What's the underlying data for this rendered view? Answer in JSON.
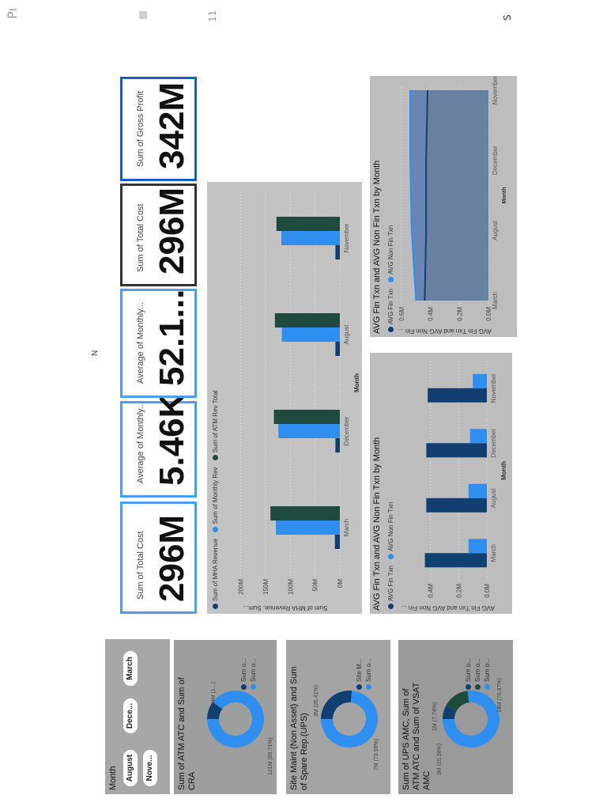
{
  "header": {
    "glyph_right": "Pı",
    "glyph_mid": "11",
    "glyph_left": "S"
  },
  "canvas_marker": "N",
  "slicer": {
    "title": "Month",
    "options": [
      "August",
      "Dece...",
      "March",
      "Nove..."
    ]
  },
  "donuts": [
    {
      "title": "Sum of ATM ATC and Sum of CRA",
      "legend": [
        "Sum o...",
        "Sum o..."
      ],
      "labels": [
        {
          "text": "14M (1...)"
        },
        {
          "text": "121M (89.71%)"
        }
      ],
      "slices": [
        {
          "value": 10.29,
          "color": "#123f72"
        },
        {
          "value": 89.71,
          "color": "#2f8ff0"
        }
      ]
    },
    {
      "title": "Site Maint (Non Asset) and Sum of Spare Rep.(UPS)",
      "legend": [
        "Site M...",
        "Sum o..."
      ],
      "labels": [
        {
          "text": "3M (26.41%)"
        },
        {
          "text": "7M (73.59%)"
        }
      ],
      "slices": [
        {
          "value": 26.41,
          "color": "#123f72"
        },
        {
          "value": 73.59,
          "color": "#2f8ff0"
        }
      ]
    },
    {
      "title": "Sum of UPS AMC, Sum of ATM ATC and Sum of VSAT AMC",
      "legend": [
        "Sum o...",
        "Sum o...",
        "Sum o..."
      ],
      "labels": [
        {
          "text": "1M (7.74%)"
        },
        {
          "text": "3M (15.28%)"
        },
        {
          "text": "14M (76.97%)"
        }
      ],
      "slices": [
        {
          "value": 7.74,
          "color": "#123f72"
        },
        {
          "value": 15.28,
          "color": "#1f4a3e"
        },
        {
          "value": 76.97,
          "color": "#2f8ff0"
        }
      ]
    }
  ],
  "kpis": [
    {
      "label": "Sum of Total Cost",
      "value": "296M"
    },
    {
      "label": "Average of Monthly...",
      "value": "5.46K"
    },
    {
      "label": "Average of Monthly...",
      "value": "52.1..."
    },
    {
      "label": "Sum of Total Cost",
      "value": "296M"
    },
    {
      "label": "Sum of Gross Profit",
      "value": "342M"
    }
  ],
  "revenue_chart": {
    "legend": [
      "Sum of MHA Revenue",
      "Sum of Monthly Rev",
      "Sum of ATM Rev Total"
    ],
    "ylabel": "Sum of MHA Revenue, Sum...",
    "xlabel": "Month",
    "chart_data": {
      "type": "bar",
      "categories": [
        "March",
        "December",
        "August",
        "November"
      ],
      "series": [
        {
          "name": "Sum of MHA Revenue",
          "values": [
            10,
            9,
            9,
            9
          ],
          "color": "#123f72"
        },
        {
          "name": "Sum of Monthly Rev",
          "values": [
            129,
            124,
            117,
            118
          ],
          "color": "#2f8ff0"
        },
        {
          "name": "Sum of ATM Rev Total",
          "values": [
            140,
            133,
            131,
            128
          ],
          "color": "#1f4a3e"
        }
      ],
      "yticks": [
        "0M",
        "50M",
        "100M",
        "150M",
        "200M"
      ],
      "ylim": [
        0,
        220
      ]
    }
  },
  "txn_bar_chart": {
    "title": "AVG Fin Txn and AVG Non Fin Txn by Month",
    "legend": [
      "AVG Fin Txn",
      "AVG Non Fin Txn"
    ],
    "ylabel": "AVG Fin Txn and AVG Non Fin ...",
    "xlabel": "Month",
    "chart_data": {
      "type": "bar",
      "categories": [
        "March",
        "August",
        "December",
        "November"
      ],
      "series": [
        {
          "name": "AVG Fin Txn",
          "values": [
            0.44,
            0.43,
            0.43,
            0.42
          ],
          "color": "#123f72"
        },
        {
          "name": "AVG Non Fin Txn",
          "values": [
            0.13,
            0.13,
            0.12,
            0.1
          ],
          "color": "#2f8ff0"
        }
      ],
      "yticks": [
        "0.0M",
        "0.2M",
        "0.4M"
      ],
      "ylim": [
        0,
        0.55
      ]
    }
  },
  "txn_area_chart": {
    "title": "AVG Fin Txn and AVG Non Fin Txn by Month",
    "legend": [
      "AVG Fin Txn",
      "AVG Non Fin Txn"
    ],
    "ylabel": "AVG Fin Txn and AVG Non Fin ...",
    "xlabel": "Month",
    "chart_data": {
      "type": "area",
      "categories": [
        "March",
        "August",
        "December",
        "November"
      ],
      "series": [
        {
          "name": "AVG Fin Txn",
          "values": [
            0.44,
            0.43,
            0.43,
            0.42
          ],
          "color": "#123f72"
        },
        {
          "name": "AVG Non Fin Txn",
          "values": [
            0.5,
            0.53,
            0.54,
            0.54
          ],
          "color": "#2f8ff0"
        }
      ],
      "yticks": [
        "0.0M",
        "0.2M",
        "0.4M",
        "0.6M"
      ],
      "ylim": [
        0,
        0.6
      ]
    }
  }
}
